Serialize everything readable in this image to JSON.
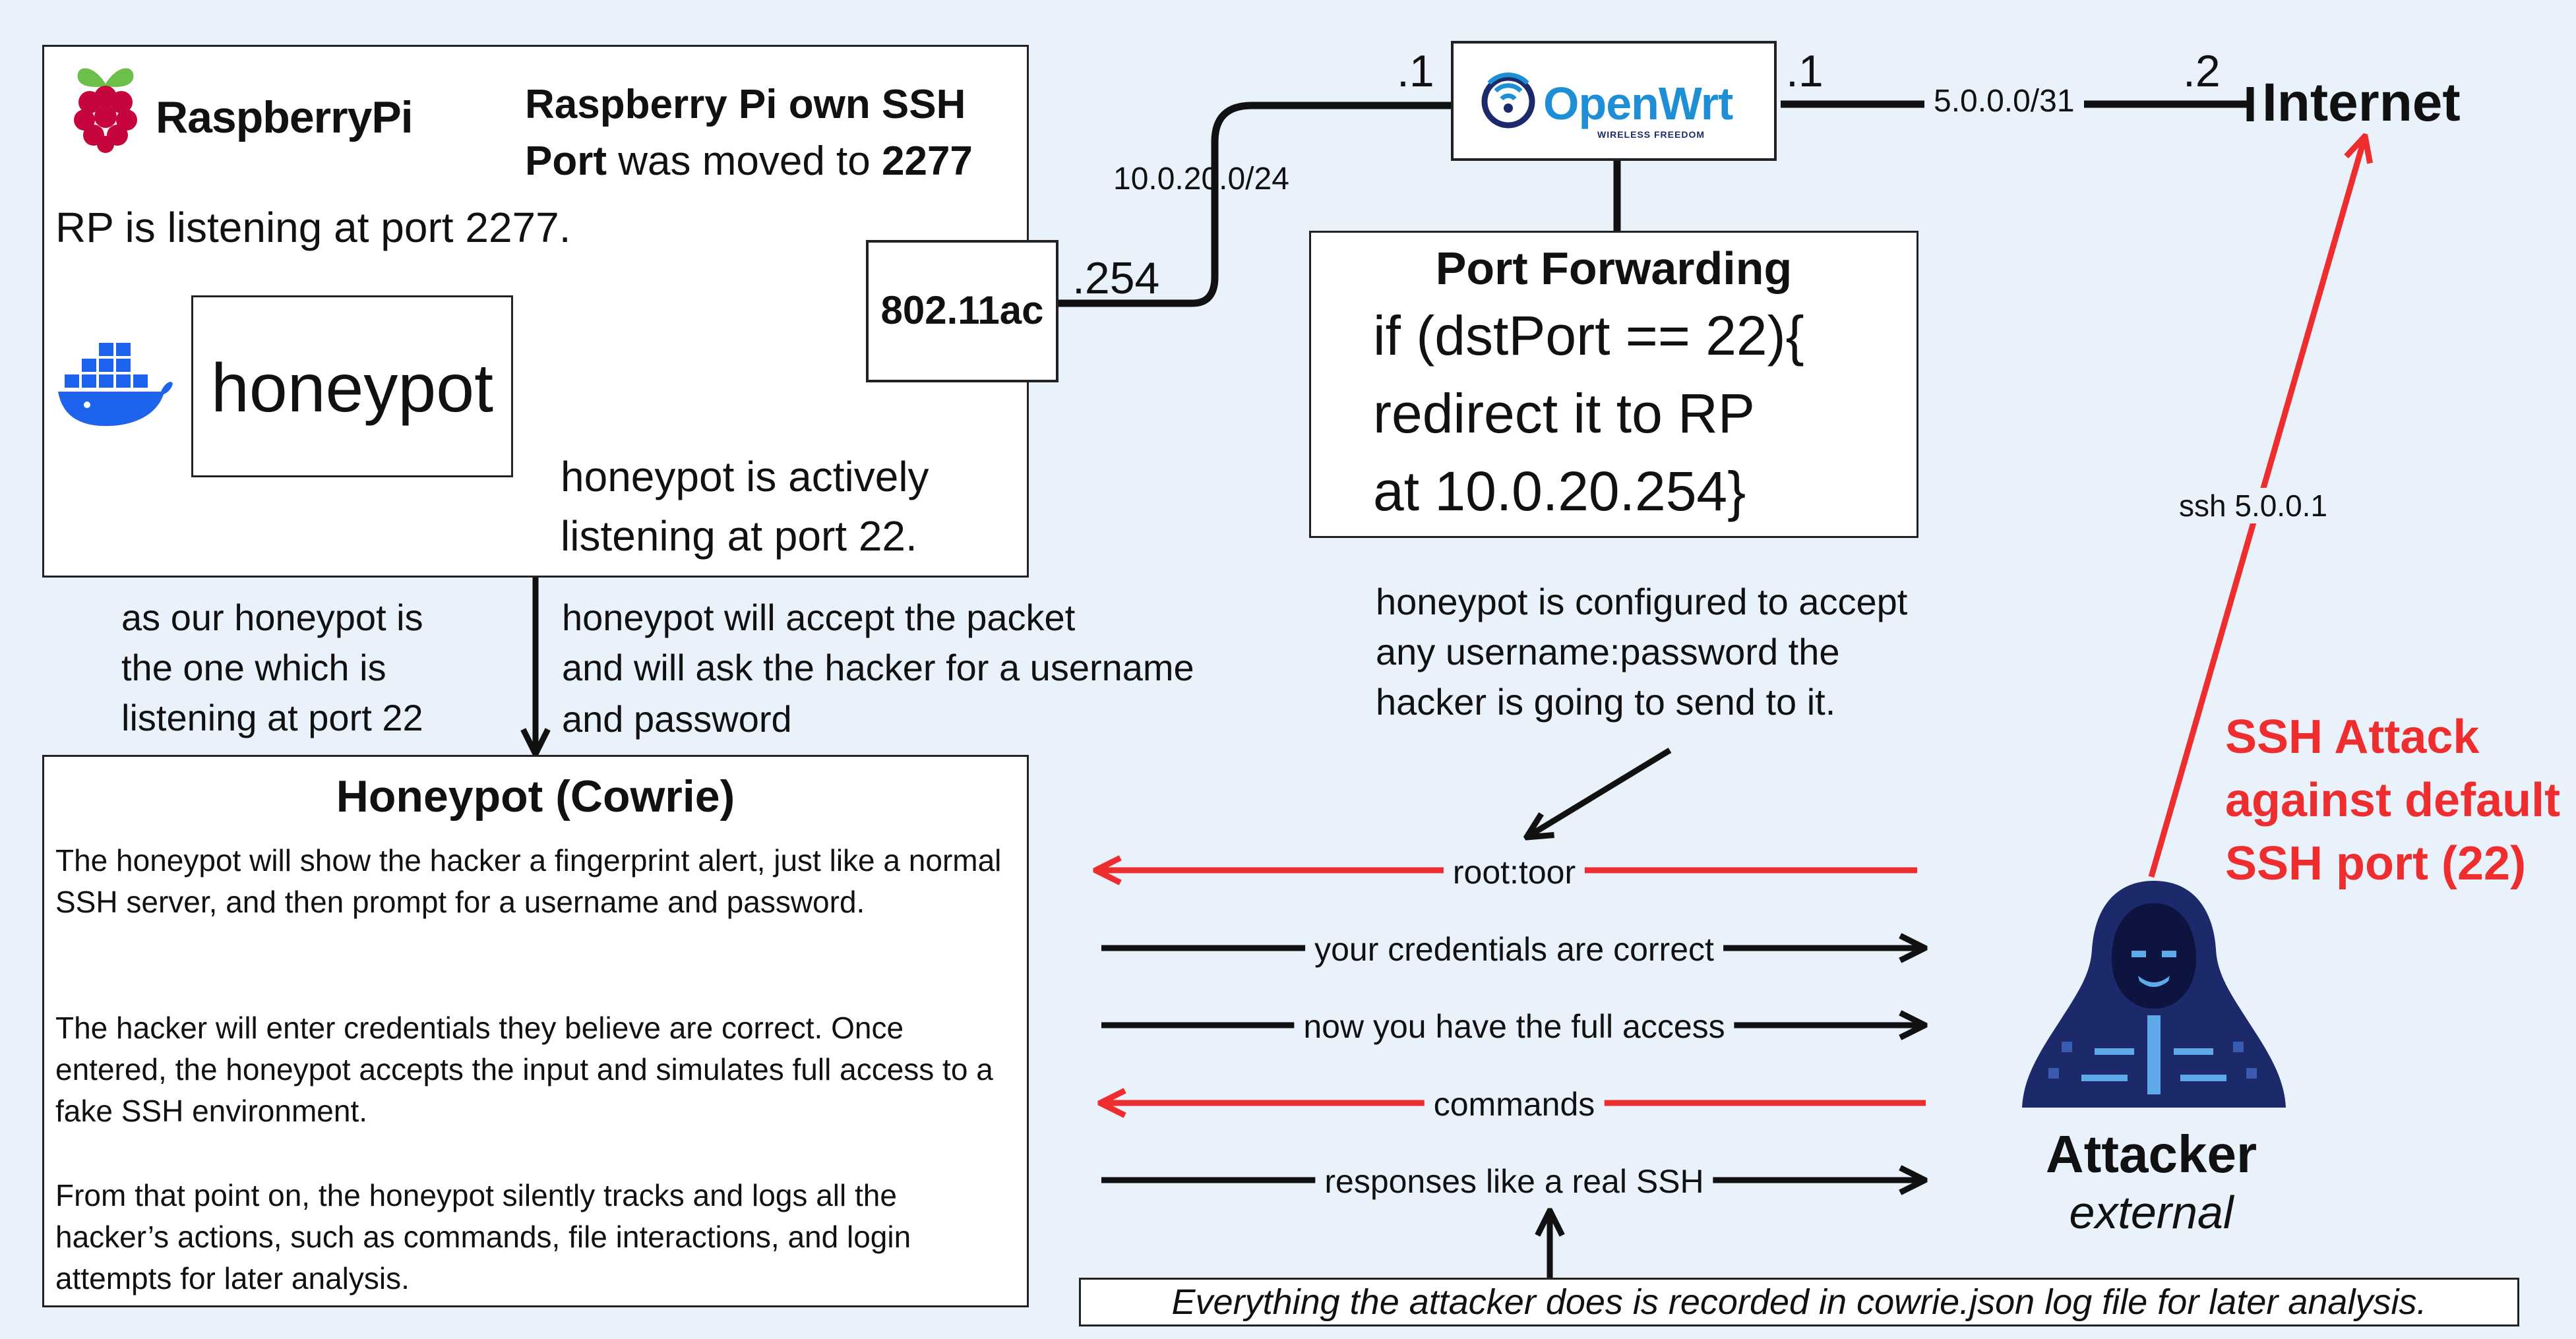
{
  "raspberry": {
    "logo_text": "RaspberryPi",
    "ssh_moved_pre": "Raspberry Pi own SSH",
    "ssh_moved_port_word": "Port",
    "ssh_moved_mid": "was moved to",
    "ssh_moved_port": "2277",
    "listening_note": "RP is listening at port 2277.",
    "honeypot_label": "honeypot",
    "wifi_label": "802.11ac",
    "active_note_line1": "honeypot is actively",
    "active_note_line2": "listening at port 22."
  },
  "network": {
    "rp_ip": ".254",
    "lan_subnet": "10.0.20.0/24",
    "router_lan_ip": ".1",
    "router_name": "OpenWrt",
    "router_tagline": "WIRELESS FREEDOM",
    "router_wan_ip": ".1",
    "wan_subnet": "5.0.0.0/31",
    "internet_ip": ".2",
    "internet_label": "Internet"
  },
  "port_forwarding": {
    "title": "Port Forwarding",
    "line1": "if (dstPort == 22){",
    "line2": "redirect it to RP",
    "line3": "at 10.0.20.254}"
  },
  "notes": {
    "left_line1": "as our honeypot is",
    "left_line2": "the one which is",
    "left_line3": "listening at port 22",
    "mid_line1": "honeypot will accept the packet",
    "mid_line2": "and will ask the hacker for a username",
    "mid_line3": "and password",
    "config_line1": "honeypot is configured to accept",
    "config_line2": "any username:password the",
    "config_line3": "hacker is going to send to it."
  },
  "cowrie": {
    "title": "Honeypot (Cowrie)",
    "para1": "The honeypot will show the hacker a fingerprint alert, just like a normal SSH server, and then prompt for a username and password.",
    "para2": "The hacker will enter credentials they believe are correct. Once entered, the honeypot accepts the input and simulates full access to a fake SSH environment.",
    "para3": "From that point on, the honeypot silently tracks and logs all the hacker’s actions, such as commands, file interactions, and login attempts for later analysis."
  },
  "flows": {
    "f1": "root:toor",
    "f2": "your credentials are correct",
    "f3": "now you have the full access",
    "f4": "commands",
    "f5": "responses like a real SSH"
  },
  "attack": {
    "ssh_label": "ssh 5.0.0.1",
    "line1": "SSH Attack",
    "line2": "against default",
    "line3": "SSH port (22)",
    "attacker": "Attacker",
    "attacker_sub": "external"
  },
  "footer": "Everything the attacker does is recorded in cowrie.json log file for later analysis.",
  "colors": {
    "red": "#ee2e2e",
    "green": "#16c06b",
    "black": "#111111",
    "background": "#e9f1fb",
    "openwrt_blue": "#1e8fd6",
    "docker_blue": "#1d63ed",
    "attacker_navy": "#1c2a6b"
  }
}
